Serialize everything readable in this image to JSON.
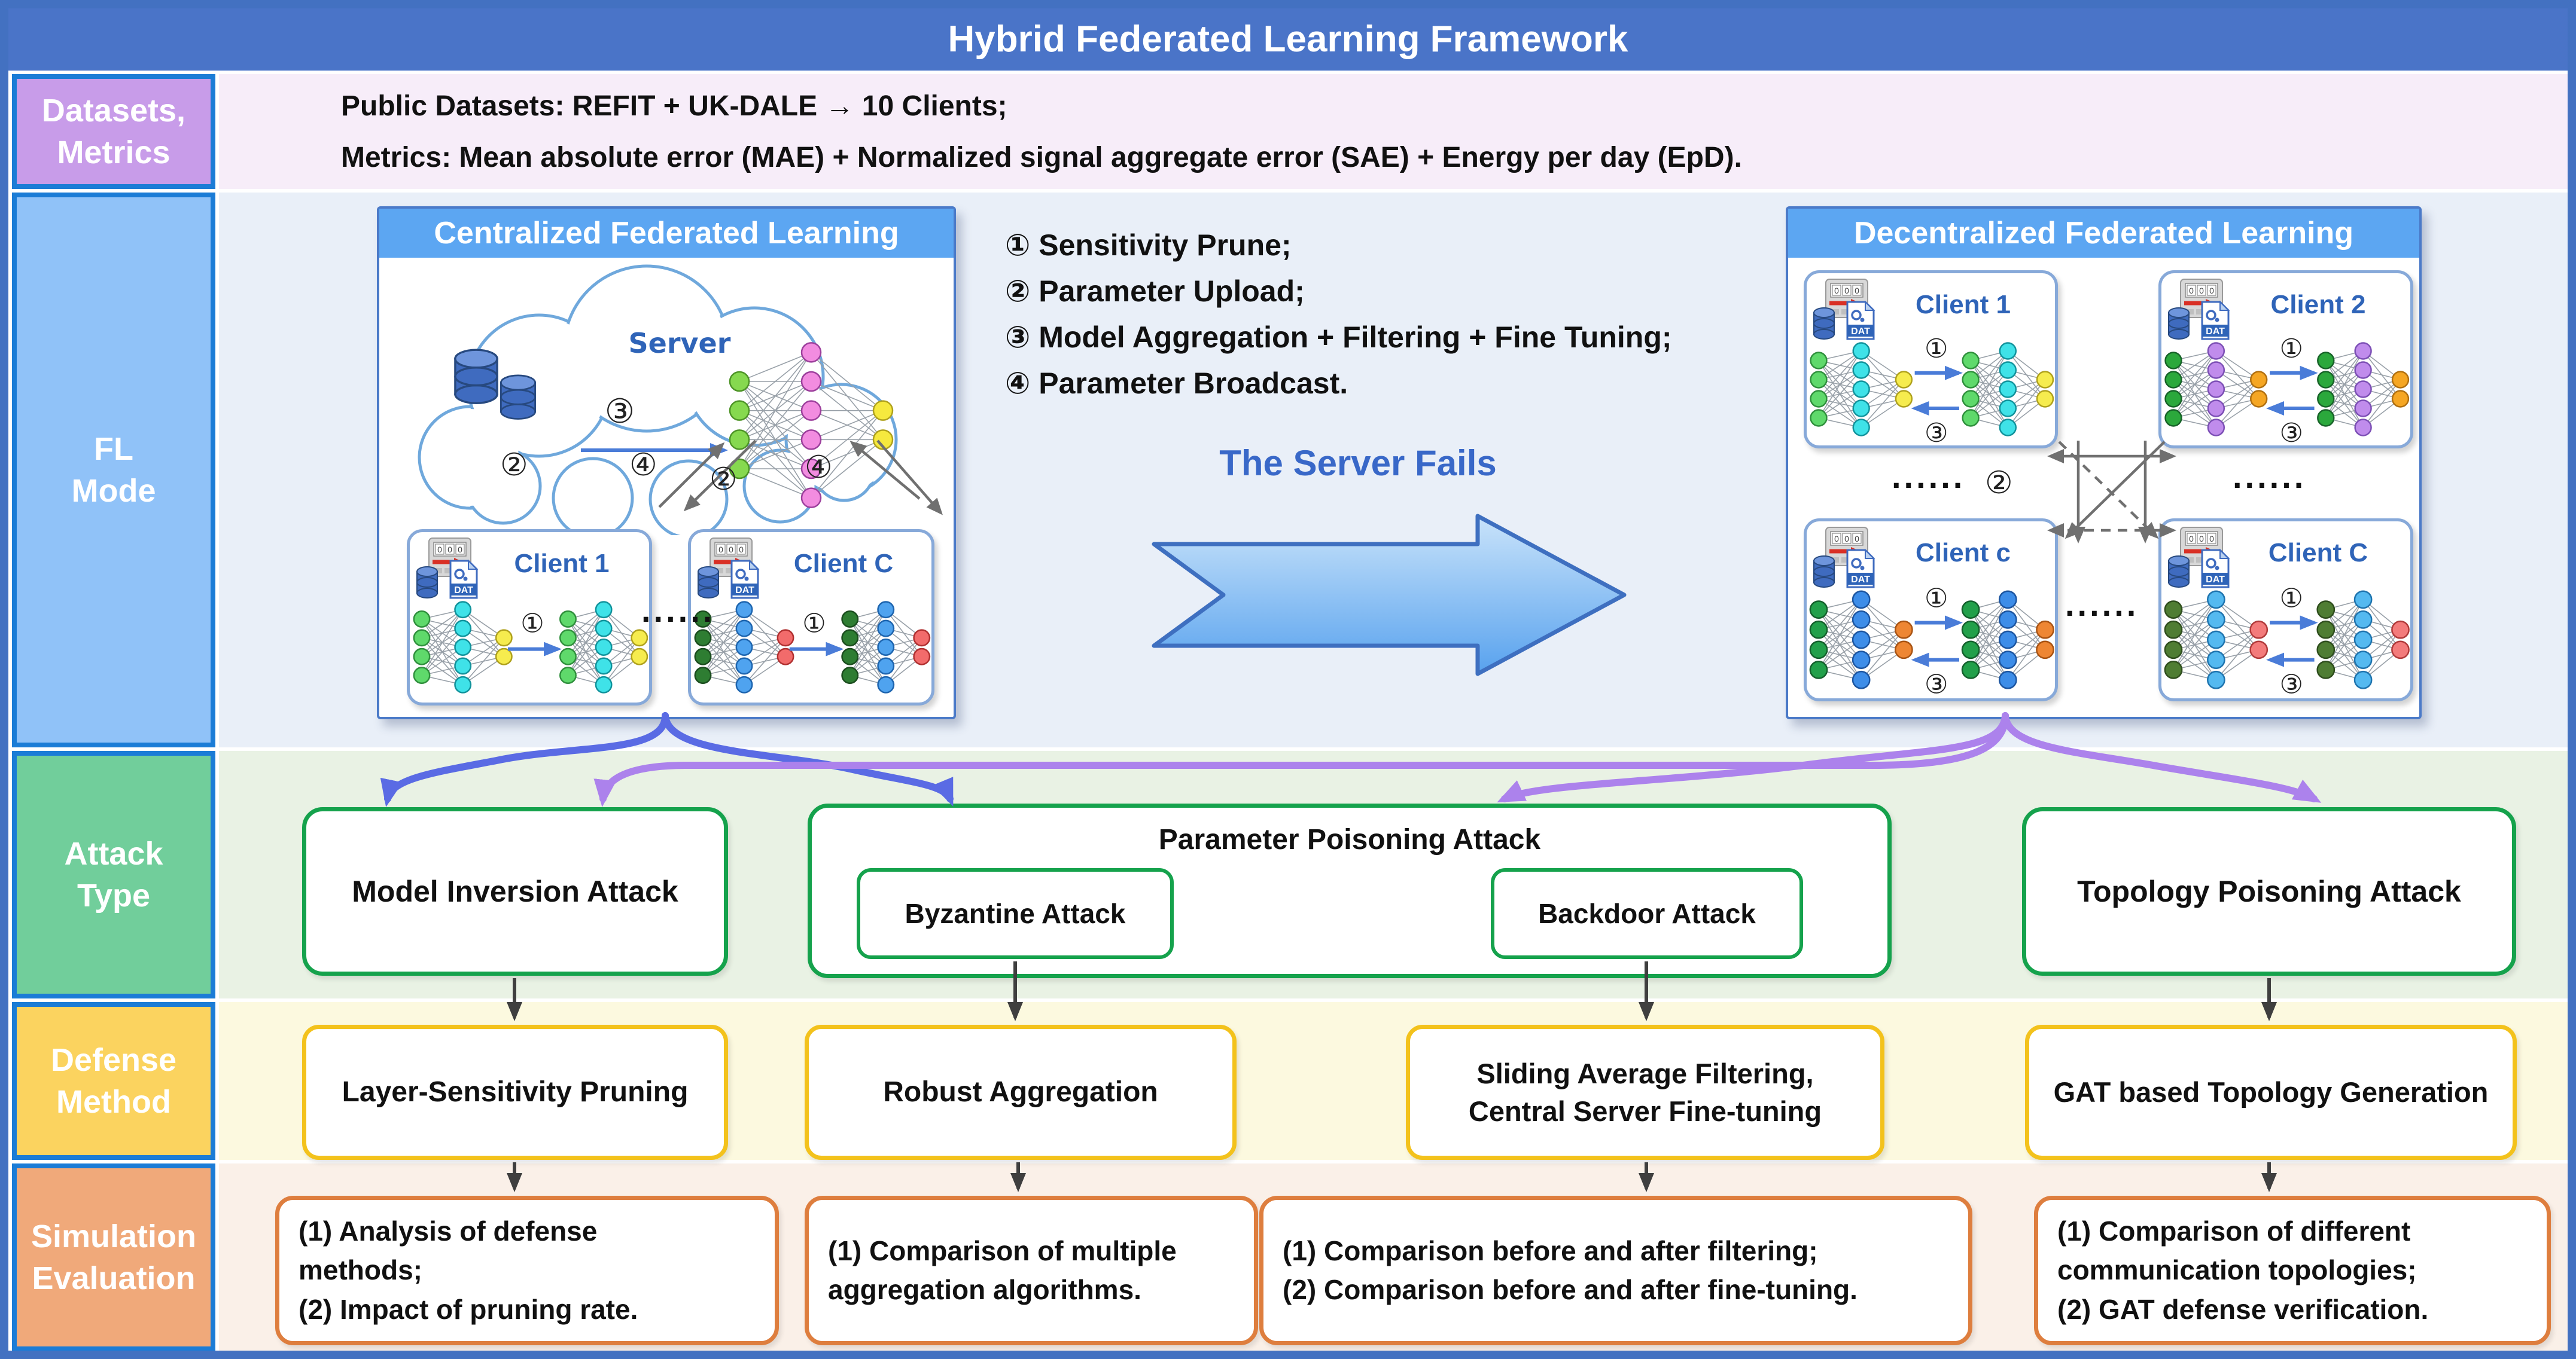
{
  "title": "Hybrid Federated Learning Framework",
  "palette": {
    "frame_border": "#4371C1",
    "title_bg": "#4A74C8",
    "sidebar_border": "#1B7CD6",
    "row_datasets_bg": "#F7EDF9",
    "row_fl_bg": "#E9EFF8",
    "row_attack_bg": "#E9F2E4",
    "row_defense_bg": "#FCF9DF",
    "row_sim_bg": "#FAF0E8",
    "green_box_border": "#15A24C",
    "yellow_box_border": "#F3C21C",
    "orange_box_border": "#DE7E3E",
    "blue_arrow": "#5A6BE4",
    "purple_arrow": "#AC82EC",
    "dark_arrow": "#3F3F3F",
    "gray_arrow": "#707070",
    "step_arrow_blue": "#4A7CD8",
    "fl_box_border": "#4B7AC8",
    "fl_header_bg": "#5CA6F2",
    "client_border": "#87A9D9",
    "client_label": "#2F64B8",
    "server_fails_color": "#3968C8",
    "cloud_stroke": "#6FA8DC",
    "big_arrow_light": "#C9E3FA",
    "big_arrow_dark": "#58A2EE",
    "big_arrow_stroke": "#3E6FC0",
    "red_arrow": "#D93025",
    "db_fill": "#3F6BBF",
    "db_stroke": "#27497F"
  },
  "sidebar": {
    "rows": [
      {
        "label_lines": [
          "Datasets,",
          "Metrics"
        ],
        "fill": "#C89CE9"
      },
      {
        "label_lines": [
          "FL",
          "Mode"
        ],
        "fill": "#90C2F8"
      },
      {
        "label_lines": [
          "Attack",
          "Type"
        ],
        "fill": "#71CE9B"
      },
      {
        "label_lines": [
          "Defense",
          "Method"
        ],
        "fill": "#FBD35F"
      },
      {
        "label_lines": [
          "Simulation",
          "Evaluation"
        ],
        "fill": "#F0A97A"
      }
    ]
  },
  "datasets_row": {
    "line1": "Public Datasets: REFIT + UK-DALE → 10 Clients;",
    "line2": "Metrics: Mean absolute error (MAE) + Normalized signal aggregate error (SAE) + Energy per day (EpD)."
  },
  "fl_mode": {
    "steps": [
      "① Sensitivity Prune;",
      "② Parameter Upload;",
      "③ Model Aggregation + Filtering + Fine Tuning;",
      "④ Parameter Broadcast."
    ],
    "server_fails": "The Server Fails",
    "dots": "......",
    "step_labels": {
      "s1": "①",
      "s2": "②",
      "s3": "③",
      "s4": "④"
    },
    "centralized": {
      "title": "Centralized Federated Learning",
      "server_label": "Server",
      "server_nn": [
        [
          "#86D94F",
          "#4E9427"
        ],
        [
          "#F28CE0",
          "#9C3F9C"
        ],
        [
          "#F6E93E",
          "#AFA11C"
        ]
      ],
      "clients": [
        {
          "label": "Client 1",
          "nn": [
            [
              "#5FD96B",
              "#2F8F3C"
            ],
            [
              "#3FE2E8",
              "#11929B"
            ],
            [
              "#F6EC4E",
              "#AFA11C"
            ]
          ]
        },
        {
          "label": "Client C",
          "nn": [
            [
              "#2E7D32",
              "#1B4D1E"
            ],
            [
              "#4FA3EF",
              "#1D64AE"
            ],
            [
              "#F26B6B",
              "#B03030"
            ]
          ]
        }
      ]
    },
    "decentralized": {
      "title": "Decentralized Federated Learning",
      "clients": [
        {
          "label": "Client 1",
          "nn": [
            [
              "#5FD96B",
              "#2F8F3C"
            ],
            [
              "#3FE2E8",
              "#11929B"
            ],
            [
              "#F6EC4E",
              "#AFA11C"
            ]
          ]
        },
        {
          "label": "Client 2",
          "nn": [
            [
              "#2BA83C",
              "#176328"
            ],
            [
              "#C08CEC",
              "#7C4FB5"
            ],
            [
              "#F5A623",
              "#B06F0F"
            ]
          ]
        },
        {
          "label": "Client c",
          "nn": [
            [
              "#22A04A",
              "#14602C"
            ],
            [
              "#3D8DE8",
              "#1C55A0"
            ],
            [
              "#EE8633",
              "#A85313"
            ]
          ]
        },
        {
          "label": "Client C",
          "nn": [
            [
              "#4F7D33",
              "#2F4E1D"
            ],
            [
              "#54B9F0",
              "#1F74AE"
            ],
            [
              "#F37B7B",
              "#B03A3A"
            ]
          ]
        }
      ]
    }
  },
  "attack": {
    "model_inversion": "Model Inversion Attack",
    "parameter_poisoning": "Parameter Poisoning Attack",
    "byzantine": "Byzantine Attack",
    "backdoor": "Backdoor Attack",
    "topology": "Topology Poisoning Attack"
  },
  "defense": {
    "d1": "Layer-Sensitivity Pruning",
    "d2": "Robust Aggregation",
    "d3_lines": [
      "Sliding Average Filtering,",
      "Central Server Fine-tuning"
    ],
    "d4": "GAT based Topology Generation"
  },
  "evaluation": {
    "e1_lines": [
      "(1) Analysis of defense",
      "methods;",
      "(2) Impact of pruning rate."
    ],
    "e2_lines": [
      "(1) Comparison of multiple",
      "aggregation algorithms."
    ],
    "e3_lines": [
      "(1) Comparison before and after filtering;",
      "(2) Comparison before and after fine-tuning."
    ],
    "e4_lines": [
      "(1) Comparison of different",
      "communication topologies;",
      "(2) GAT defense verification."
    ]
  },
  "icons": {
    "data_icon": "smart-meter-database-dat-file-icon",
    "cloud_icon": "server-cloud-icon",
    "database_icon": "database-cylinder-icon"
  }
}
